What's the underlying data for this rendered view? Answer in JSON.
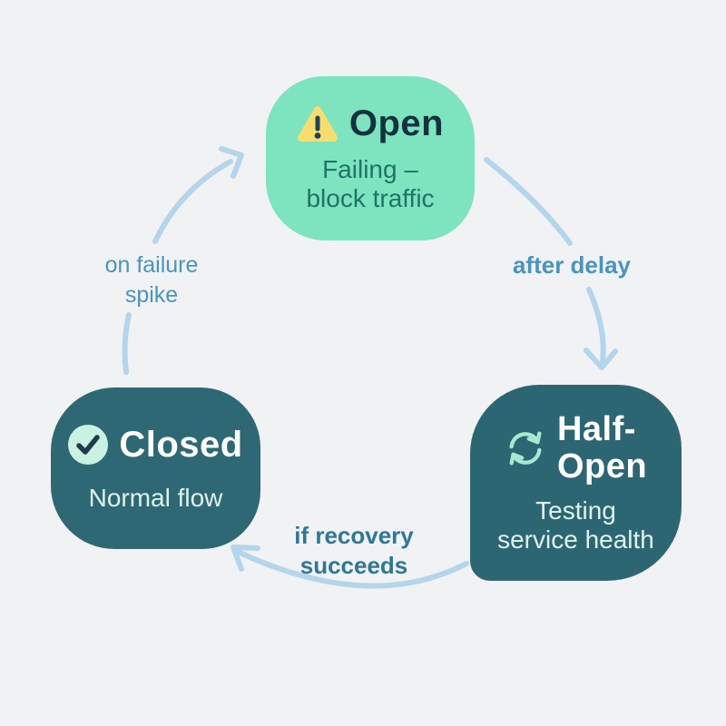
{
  "palette": {
    "background": "#f1f2f4",
    "mint_node_fill": "#7de4bf",
    "teal_node_fill": "#2e6874",
    "arrow_color": "#b4d5ec",
    "edge_label_blue": "#4a94be",
    "edge_label_teal": "#2e7895",
    "warning_yellow": "#f7dd6f",
    "dark_title_text": "#14323e",
    "mint_subtitle_text": "#217268",
    "light_subtitle_text": "#def3ee"
  },
  "nodes": {
    "open": {
      "title": "Open",
      "subtitle_line1": "Failing –",
      "subtitle_line2": "block traffic",
      "icon": "warning-icon"
    },
    "closed": {
      "title": "Closed",
      "subtitle": "Normal flow",
      "icon": "check-icon"
    },
    "half_open": {
      "title_line1": "Half-",
      "title_line2": "Open",
      "subtitle_line1": "Testing",
      "subtitle_line2": "service health",
      "icon": "refresh-icon"
    }
  },
  "edges": {
    "open_to_half_open": {
      "label": "after delay"
    },
    "half_open_to_closed": {
      "label_line1": "if recovery",
      "label_line2": "succeeds"
    },
    "closed_to_open": {
      "label_line1": "on failure",
      "label_line2": "spike"
    }
  }
}
